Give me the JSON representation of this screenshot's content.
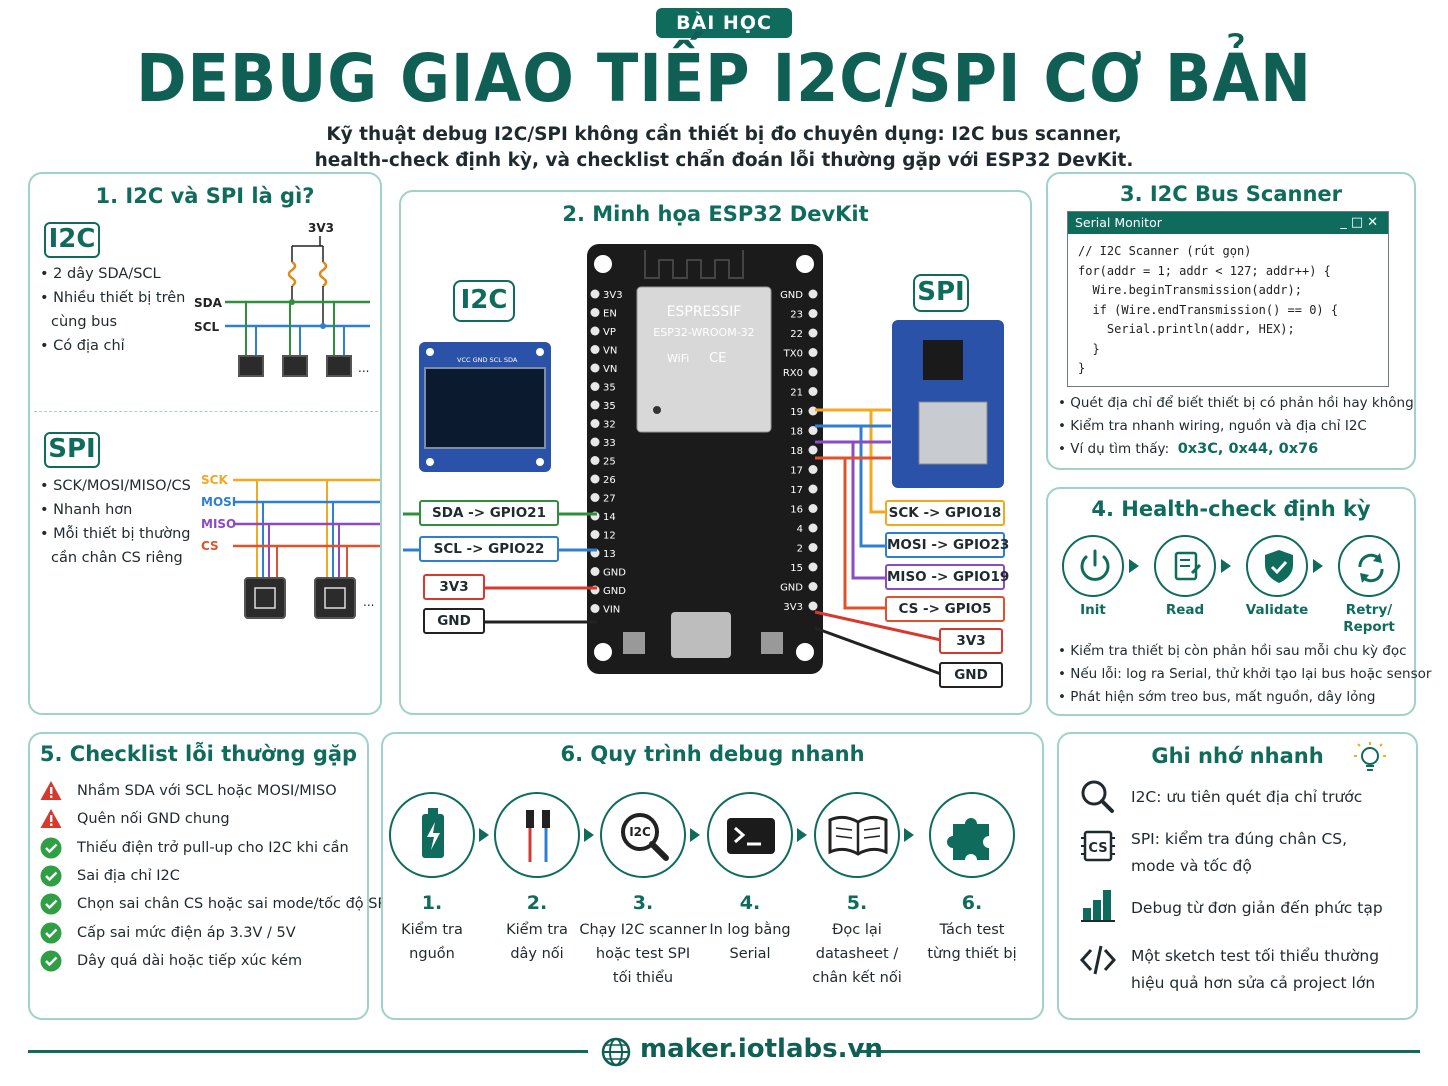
{
  "header": {
    "tag": "BÀI HỌC",
    "title": "DEBUG GIAO TIẾP I2C/SPI CƠ BẢN",
    "subtitle_line1": "Kỹ thuật debug I2C/SPI không cần thiết bị đo chuyên dụng: I2C bus scanner,",
    "subtitle_line2": "health-check định kỳ, và checklist chẩn đoán lỗi thường gặp với ESP32 DevKit."
  },
  "panel1": {
    "title": "1. I2C và SPI là gì?",
    "i2c_badge": "I2C",
    "i2c_bullets": [
      "• 2 dây SDA/SCL",
      "• Nhiều thiết bị trên",
      "cùng bus",
      "• Có địa chỉ"
    ],
    "i2c_diagram": {
      "vcc": "3V3",
      "sda": "SDA",
      "scl": "SCL",
      "more": "..."
    },
    "spi_badge": "SPI",
    "spi_bullets": [
      "• SCK/MOSI/MISO/CS",
      "• Nhanh hơn",
      "• Mỗi thiết bị thường",
      "cần chân CS riêng"
    ],
    "spi_lines": [
      "SCK",
      "MOSI",
      "MISO",
      "CS"
    ],
    "spi_colors": [
      "#f2a91f",
      "#2f7fd1",
      "#8b4bc2",
      "#e0522b"
    ],
    "more": "..."
  },
  "panel2": {
    "title": "2. Minh họa ESP32 DevKit",
    "i2c_badge": "I2C",
    "spi_badge": "SPI",
    "oled_pins": "VCC GND SCL SDA",
    "board": {
      "brand": "ESPRESSIF",
      "module": "ESP32-WROOM-32",
      "wifi": "WiFi",
      "ce": "CE"
    },
    "left_pins": [
      "3V3",
      "EN",
      "VP",
      "VN",
      "VN",
      "35",
      "35",
      "32",
      "33",
      "25",
      "26",
      "27",
      "14",
      "12",
      "13",
      "GND",
      "GND",
      "VIN"
    ],
    "right_pins": [
      "GND",
      "23",
      "22",
      "TX0",
      "RX0",
      "21",
      "19",
      "18",
      "18",
      "17",
      "17",
      "16",
      "4",
      "2",
      "15",
      "GND",
      "3V3"
    ],
    "left_boxes": [
      {
        "label": "SDA -> GPIO21",
        "color": "#2f8f3a"
      },
      {
        "label": "SCL -> GPIO22",
        "color": "#2f7fd1"
      },
      {
        "label": "3V3",
        "color": "#d63a2e"
      },
      {
        "label": "GND",
        "color": "#222222"
      }
    ],
    "right_boxes": [
      {
        "label": "SCK -> GPIO18",
        "color": "#f2a91f"
      },
      {
        "label": "MOSI -> GPIO23",
        "color": "#2f7fd1"
      },
      {
        "label": "MISO -> GPIO19",
        "color": "#8b4bc2"
      },
      {
        "label": "CS -> GPIO5",
        "color": "#e0522b"
      },
      {
        "label": "3V3",
        "color": "#d63a2e"
      },
      {
        "label": "GND",
        "color": "#222222"
      }
    ]
  },
  "panel3": {
    "title": "3. I2C Bus Scanner",
    "serial_title": "Serial Monitor",
    "serial_controls": "_□✕",
    "code": "// I2C Scanner (rút gọn)\nfor(addr = 1; addr < 127; addr++) {\n  Wire.beginTransmission(addr);\n  if (Wire.endTransmission() == 0) {\n    Serial.println(addr, HEX);\n  }\n}",
    "bullets": [
      "• Quét địa chỉ để biết thiết bị có phản hồi hay không",
      "• Kiểm tra nhanh wiring, nguồn và địa chỉ I2C",
      "• Ví dụ tìm thấy:"
    ],
    "found": "0x3C, 0x44, 0x76"
  },
  "panel4": {
    "title": "4. Health-check định kỳ",
    "steps": [
      "Init",
      "Read",
      "Validate",
      "Retry/\nReport"
    ],
    "step_icons": [
      "power-icon",
      "read-icon",
      "shield-check-icon",
      "retry-icon"
    ],
    "bullets": [
      "• Kiểm tra thiết bị còn phản hồi sau mỗi chu kỳ đọc",
      "• Nếu lỗi: log ra Serial, thử khởi tạo lại bus hoặc sensor",
      "• Phát hiện sớm treo bus, mất nguồn, dây lỏng"
    ]
  },
  "panel5": {
    "title": "5. Checklist lỗi thường gặp",
    "items": [
      {
        "text": "Nhầm SDA với SCL hoặc MOSI/MISO",
        "icon": "warning-icon"
      },
      {
        "text": "Quên nối GND chung",
        "icon": "warning-icon"
      },
      {
        "text": "Thiếu điện trở pull-up cho I2C khi cần",
        "icon": "check-icon"
      },
      {
        "text": "Sai địa chỉ I2C",
        "icon": "check-icon"
      },
      {
        "text": "Chọn sai chân CS hoặc sai mode/tốc độ SPI",
        "icon": "check-icon"
      },
      {
        "text": "Cấp sai mức điện áp 3.3V / 5V",
        "icon": "check-icon"
      },
      {
        "text": "Dây quá dài hoặc tiếp xúc kém",
        "icon": "check-icon"
      }
    ]
  },
  "panel6": {
    "title": "6. Quy trình debug nhanh",
    "steps": [
      {
        "num": "1.",
        "text": "Kiểm tra\nnguồn",
        "icon": "battery-icon"
      },
      {
        "num": "2.",
        "text": "Kiểm tra\ndây nối",
        "icon": "wires-icon"
      },
      {
        "num": "3.",
        "text": "Chạy I2C scanner\nhoặc test SPI\ntối thiểu",
        "icon": "magnifier-i2c-icon",
        "icon_text": "I2C"
      },
      {
        "num": "4.",
        "text": "In log bằng\nSerial",
        "icon": "terminal-icon"
      },
      {
        "num": "5.",
        "text": "Đọc lại\ndatasheet /\nchân kết nối",
        "icon": "book-icon"
      },
      {
        "num": "6.",
        "text": "Tách test\ntừng thiết bị",
        "icon": "puzzle-icon"
      }
    ]
  },
  "panel7": {
    "title": "Ghi nhớ nhanh",
    "items": [
      {
        "text": "I2C: ưu tiên quét địa chỉ trước",
        "icon": "search-icon"
      },
      {
        "text": "SPI: kiểm tra đúng chân CS,\nmode và tốc độ",
        "icon": "cs-chip-icon",
        "icon_text": "CS"
      },
      {
        "text": "Debug từ đơn giản đến phức tạp",
        "icon": "bar-chart-icon"
      },
      {
        "text": "Một sketch test tối thiểu thường\nhiệu quả hơn sửa cả project lớn",
        "icon": "code-icon"
      }
    ]
  },
  "footer": {
    "site": "maker.iotlabs.vn"
  },
  "colors": {
    "teal": "#0f6b5c",
    "panel_border": "#9fd3c7",
    "red": "#d63a2e",
    "green": "#2f9e44"
  }
}
